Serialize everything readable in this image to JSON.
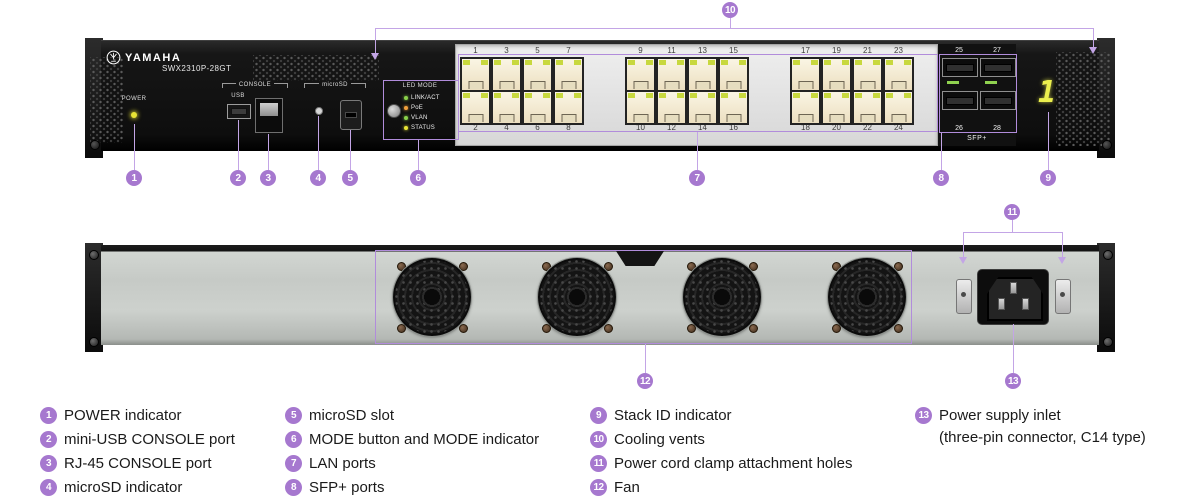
{
  "colors": {
    "accent_purple": "#a678cf",
    "line_purple": "#c3a5e6",
    "box_purple": "#b18cdb",
    "port_tab_green": "#c8d83e",
    "led_yellow": "#e8e435",
    "stack_id_yellow": "#ecf04e"
  },
  "callouts": {
    "c1": "1",
    "c2": "2",
    "c3": "3",
    "c4": "4",
    "c5": "5",
    "c6": "6",
    "c7": "7",
    "c8": "8",
    "c9": "9",
    "c10": "10",
    "c11": "11",
    "c12": "12",
    "c13": "13"
  },
  "front_panel": {
    "brand": "YAMAHA",
    "model": "SWX2310P-28GT",
    "power_label": "POWER",
    "console": {
      "label": "CONSOLE",
      "usb_label": "USB"
    },
    "microsd_label": "microSD",
    "led_mode": {
      "label": "LED MODE",
      "leds": [
        {
          "name": "LINK/ACT",
          "color": "#8ad14a"
        },
        {
          "name": "PoE",
          "color": "#f0a03c"
        },
        {
          "name": "VLAN",
          "color": "#8ad14a"
        },
        {
          "name": "STATUS",
          "color": "#e8e435"
        }
      ]
    },
    "lan_ports": {
      "groups": [
        {
          "top": [
            "1",
            "3",
            "5",
            "7"
          ],
          "bottom": [
            "2",
            "4",
            "6",
            "8"
          ]
        },
        {
          "top": [
            "9",
            "11",
            "13",
            "15"
          ],
          "bottom": [
            "10",
            "12",
            "14",
            "16"
          ]
        },
        {
          "top": [
            "17",
            "19",
            "21",
            "23"
          ],
          "bottom": [
            "18",
            "20",
            "22",
            "24"
          ]
        }
      ]
    },
    "sfp": {
      "top": [
        "25",
        "27"
      ],
      "bottom": [
        "26",
        "28"
      ],
      "label": "SFP+"
    },
    "stack_id": "1"
  },
  "legend": {
    "columns": [
      [
        {
          "n": "1",
          "label": "POWER indicator"
        },
        {
          "n": "2",
          "label": "mini-USB CONSOLE port"
        },
        {
          "n": "3",
          "label": "RJ-45 CONSOLE port"
        },
        {
          "n": "4",
          "label": "microSD indicator"
        }
      ],
      [
        {
          "n": "5",
          "label": "microSD slot"
        },
        {
          "n": "6",
          "label": "MODE button and MODE indicator"
        },
        {
          "n": "7",
          "label": "LAN ports"
        },
        {
          "n": "8",
          "label": "SFP+ ports"
        }
      ],
      [
        {
          "n": "9",
          "label": "Stack ID indicator"
        },
        {
          "n": "10",
          "label": "Cooling vents"
        },
        {
          "n": "11",
          "label": "Power cord clamp attachment holes"
        },
        {
          "n": "12",
          "label": "Fan"
        }
      ],
      [
        {
          "n": "13",
          "label": "Power supply inlet",
          "sublabel": "(three-pin connector, C14 type)"
        }
      ]
    ]
  }
}
